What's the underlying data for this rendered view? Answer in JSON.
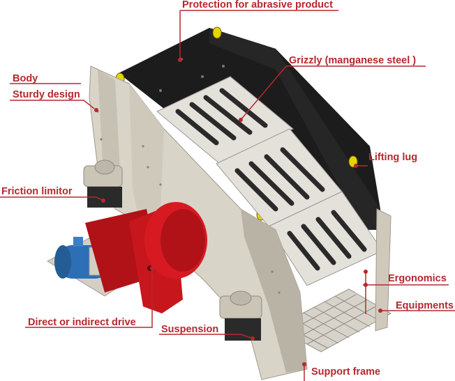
{
  "colors": {
    "accent": "#b5282e",
    "frame": "#d9d4c8",
    "frame_shade": "#b9b3a6",
    "lining": "#1c1c1c",
    "grizzly": "#e4e1da",
    "drive": "#c8161d",
    "motor": "#2c6fb5"
  },
  "labels": {
    "protection": "Protection for abrasive product",
    "grizzly": "Grizzly (manganese steel )",
    "body": "Body",
    "sturdy": "Sturdy design",
    "lifting_lug": "Lifting lug",
    "friction_limitor": "Friction limitor",
    "ergonomics": "Ergonomics",
    "equipments": "Equipments",
    "drive": "Direct or indirect drive",
    "suspension": "Suspension",
    "support_frame": "Support frame"
  }
}
